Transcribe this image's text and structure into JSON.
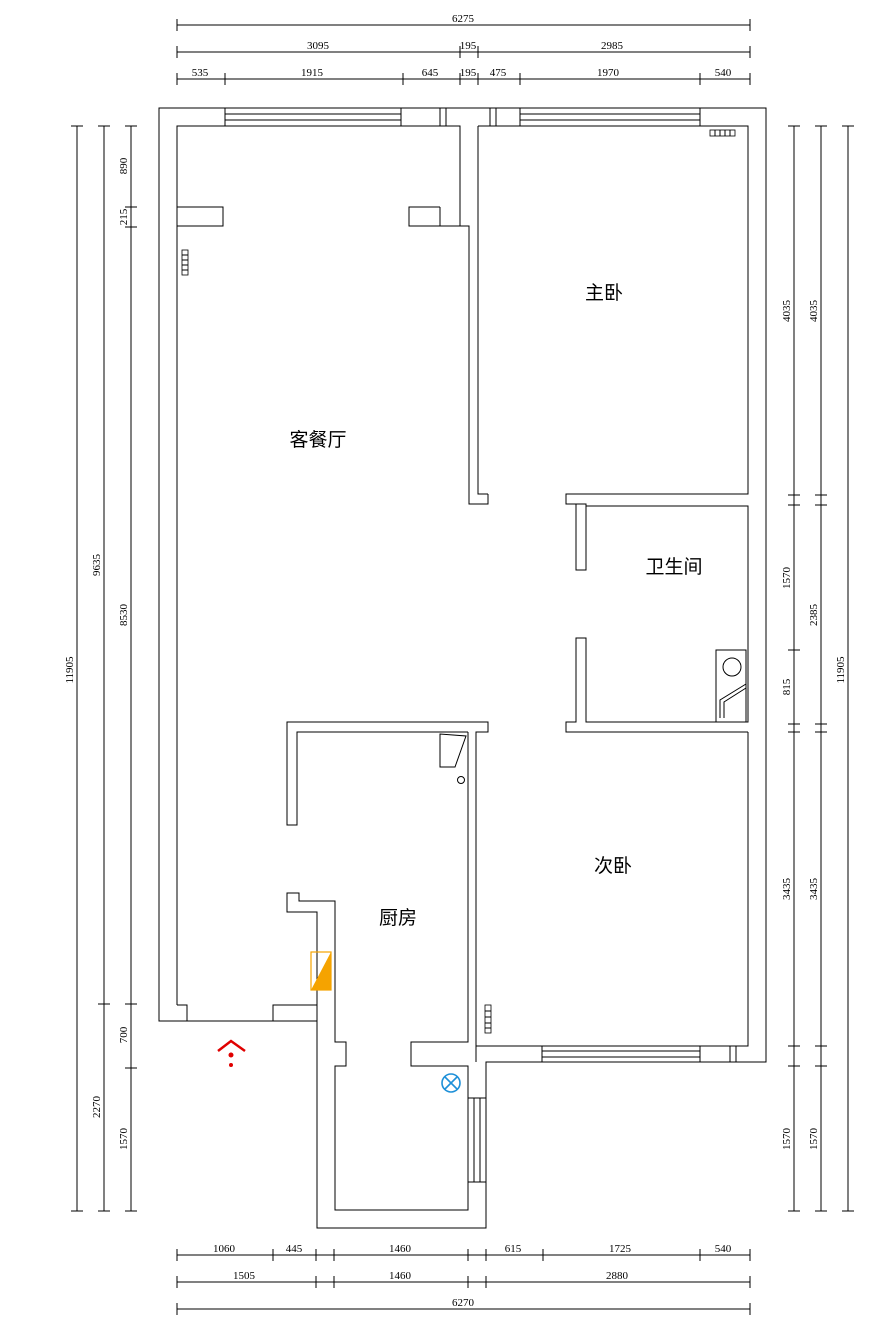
{
  "rooms": {
    "living_dining": "客餐厅",
    "master_bedroom": "主卧",
    "bathroom": "卫生间",
    "second_bedroom": "次卧",
    "kitchen": "厨房"
  },
  "dimensions": {
    "top_total": "6275",
    "top_mid": [
      "3095",
      "195",
      "2985"
    ],
    "top_detail": [
      "535",
      "1915",
      "645",
      "195",
      "475",
      "1970",
      "540"
    ],
    "bottom_detail": [
      "1060",
      "445",
      "1460",
      "615",
      "1725",
      "540"
    ],
    "bottom_mid": [
      "1505",
      "1460",
      "2880"
    ],
    "bottom_total": "6270",
    "left_total": "11905",
    "left_mid": [
      "9635",
      "2270"
    ],
    "left_detail": [
      "890",
      "215",
      "8530",
      "700",
      "1570"
    ],
    "right_detail": [
      "4035",
      "1570",
      "815",
      "3435",
      "1570"
    ],
    "right_mid": [
      "4035",
      "2385",
      "3435",
      "1570"
    ],
    "right_total": "11905"
  },
  "colors": {
    "entrance_marker": "#e00000",
    "gas_meter": "#1e90d8",
    "kitchen_fixture": "#f5a300"
  },
  "icons": {
    "entrance": "entrance-arrow-icon",
    "gas": "gas-meter-icon",
    "radiator": "radiator-icon",
    "washer": "washing-machine-icon"
  }
}
